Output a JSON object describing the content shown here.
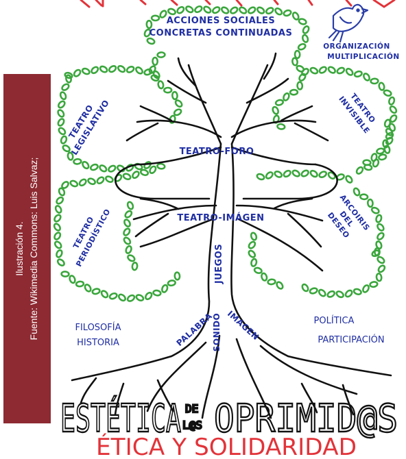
{
  "caption": {
    "line1": "Ilustración 4.",
    "line2": "Fuente: Wikimedia Commons: Luis Salvaz;"
  },
  "labels": {
    "acciones_1": "ACCIONES SOCIALES",
    "acciones_2": "CONCRETAS CONTINUADAS",
    "organizacion": "ORGANIZACIÓN",
    "multiplicacion": "MULTIPLICACIÓN",
    "teatro_legislativo_1": "TEATRO",
    "teatro_legislativo_2": "LEGISLATIVO",
    "teatro_invisible_1": "TEATRO",
    "teatro_invisible_2": "INVISIBLE",
    "teatro_foro": "TEATRO-FORO",
    "teatro_imagen": "TEATRO-IMÁGEN",
    "teatro_periodistico_1": "TEATRO",
    "teatro_periodistico_2": "PERIODÍSTICO",
    "arcoiris_1": "ARCOIRIS",
    "arcoiris_2": "DEL",
    "arcoiris_3": "DESEO",
    "juegos": "JUEGOS",
    "filosofia": "FILOSOFÍA",
    "historia": "HISTORIA",
    "politica": "POLÍTICA",
    "participacion": "PARTICIPACIÓN",
    "palabra": "PALABRA",
    "sonido": "SONIDO",
    "imagen": "IMAGEN",
    "estetica_left": "ESTÉTICA",
    "estetica_de": "DE",
    "estetica_las": "L@S",
    "estetica_right": "OPRIMID@S",
    "etica": "ÉTICA Y SOLIDARIDAD"
  },
  "colors": {
    "ink": "#111111",
    "label_blue": "#1f2ea3",
    "leaf_green": "#3aa63c",
    "title_red": "#e23339",
    "caption_bar": "#8d2a32",
    "bird_blue": "#2a3ea8"
  },
  "icons": {
    "bird": "dove-icon"
  }
}
